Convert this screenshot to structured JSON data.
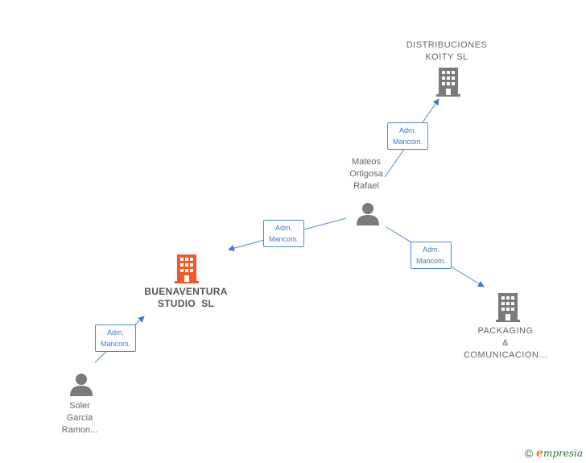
{
  "colors": {
    "accent": "#4a8ad8",
    "company_main": "#f05a28",
    "company_other": "#7a7a7a",
    "person": "#7a7a7a",
    "brand_green": "#1f7a2e",
    "brand_orange": "#f07a1a"
  },
  "nodes": {
    "distribuciones": {
      "lines": [
        "DISTRIBUCIONES",
        "KOITY SL"
      ],
      "icon": "building-icon"
    },
    "mateos": {
      "lines": [
        "Mateos",
        "Ortigosa",
        "Rafael"
      ],
      "icon": "person-icon"
    },
    "buenaventura": {
      "lines": [
        "BUENAVENTURA",
        "STUDIO  SL"
      ],
      "icon": "building-icon"
    },
    "packaging": {
      "lines": [
        "PACKAGING",
        "&",
        "COMUNICACION..."
      ],
      "icon": "building-icon"
    },
    "soler": {
      "lines": [
        "Soler",
        "Garcia",
        "Ramon..."
      ],
      "icon": "person-icon"
    }
  },
  "edges": [
    {
      "from": "mateos",
      "to": "distribuciones",
      "label": [
        "Adm.",
        "Mancom."
      ]
    },
    {
      "from": "mateos",
      "to": "buenaventura",
      "label": [
        "Adm.",
        "Mancom."
      ]
    },
    {
      "from": "mateos",
      "to": "packaging",
      "label": [
        "Adm.",
        "Mancom."
      ]
    },
    {
      "from": "soler",
      "to": "buenaventura",
      "label": [
        "Adm.",
        "Mancom."
      ]
    }
  ],
  "footer": {
    "copyright": "©",
    "brand_first": "e",
    "brand_rest": "mpresia"
  }
}
